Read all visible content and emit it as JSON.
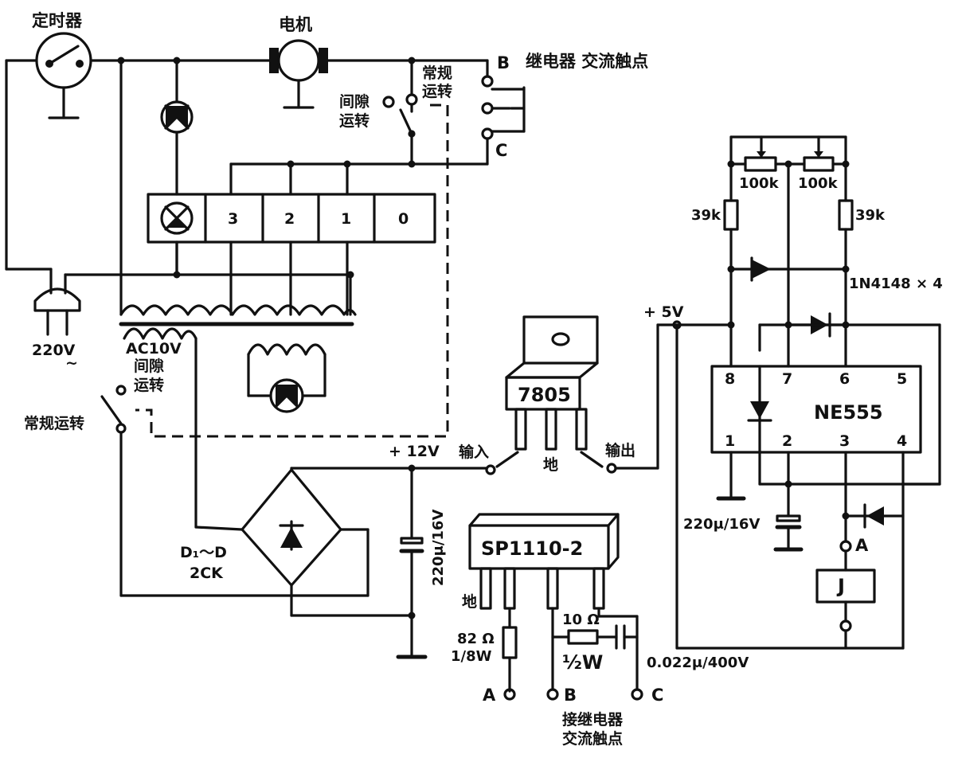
{
  "labels": {
    "timer": "定时器",
    "motor": "电机",
    "relay_ac_contact": "继电器 交流触点",
    "terminal_b": "B",
    "terminal_c": "C",
    "normal_run_line1": "常规",
    "normal_run_line2": "运转",
    "intermittent_line1": "间隙",
    "intermittent_line2": "运转",
    "mains": "220V",
    "mains_ac": "~",
    "ac_10v": "AC10V",
    "intermittent2_line1": "间隙",
    "intermittent2_line2": "运转",
    "normal_run2": "常规运转",
    "bridge_line1": "D₁～D",
    "bridge_line2": "2CK",
    "plus12v": "+ 12V",
    "cap_bridge": "220μ/16V",
    "regulator": "7805",
    "reg_input": "输入",
    "reg_ground": "地",
    "reg_output": "输出",
    "plus5v": "+ 5V",
    "ssr": "SP1110-2",
    "ssr_ground": "地",
    "r82_line1": "82 Ω",
    "r82_line2": "1/8W",
    "r10": "10 Ω",
    "r10_power": "½W",
    "cap_snubber": "0.022μ/400V",
    "term_a": "A",
    "term_b": "B",
    "term_c": "C",
    "connect_line1": "接继电器",
    "connect_line2": "交流触点",
    "pot1": "100k",
    "pot2": "100k",
    "r39_left": "39k",
    "r39_right": "39k",
    "diodes": "1N4148 × 4",
    "ne555": "NE555",
    "cap_555": "220μ/16V",
    "relay_a": "A",
    "relay_j": "J"
  },
  "switch_positions": [
    "0",
    "1",
    "2",
    "3"
  ],
  "ne555_pins": {
    "p8": "8",
    "p7": "7",
    "p6": "6",
    "p5": "5",
    "p1": "1",
    "p2": "2",
    "p3": "3",
    "p4": "4"
  }
}
